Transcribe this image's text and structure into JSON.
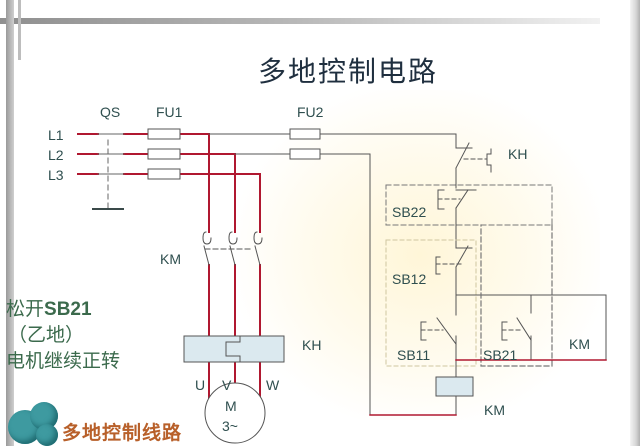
{
  "title": "多地控制电路",
  "labels": {
    "qs": "QS",
    "fu1": "FU1",
    "fu2": "FU2",
    "l1": "L1",
    "l2": "L2",
    "l3": "L3",
    "km_main": "KM",
    "kh_main": "KH",
    "u": "U",
    "v": "V",
    "w": "W",
    "motor_m": "M",
    "motor_phase": "3~",
    "kh_contact": "KH",
    "sb22": "SB22",
    "sb12": "SB12",
    "sb11": "SB11",
    "sb21": "SB21",
    "km_aux": "KM",
    "km_coil": "KM"
  },
  "note": {
    "line1_prefix": "松开",
    "line1_bold": "SB21",
    "line2": "（乙地）",
    "line3": "电机继续正转"
  },
  "logo": {
    "text": "多地控制线路",
    "icon": "gears-icon"
  },
  "colors": {
    "power_line": "#b01830",
    "control_line": "#555555",
    "label": "#2f4f4f",
    "note": "#3b6a4c",
    "logo": "#b8602a",
    "component_fill": "#dbe9ef"
  }
}
